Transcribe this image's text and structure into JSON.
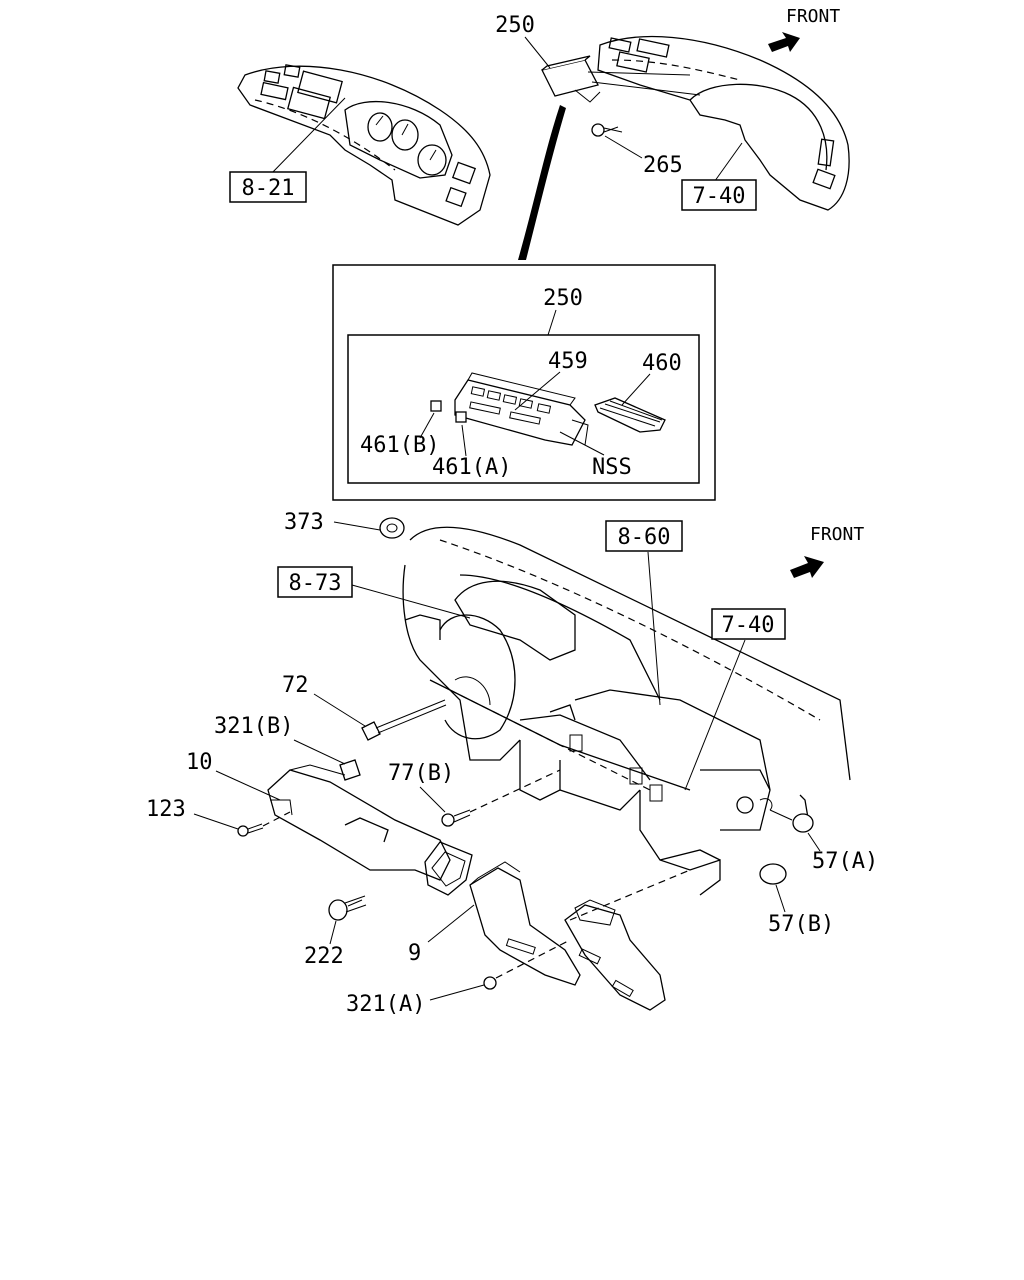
{
  "front_label": "FRONT",
  "refs": {
    "r_8_21": "8-21",
    "r_7_40_top": "7-40",
    "r_8_60": "8-60",
    "r_8_73": "8-73",
    "r_7_40_mid": "7-40"
  },
  "callouts": {
    "c250_top": "250",
    "c265": "265",
    "c250_inset": "250",
    "c459": "459",
    "c460": "460",
    "c461b": "461(B)",
    "c461a": "461(A)",
    "nss": "NSS",
    "c373": "373",
    "c72": "72",
    "c321b": "321(B)",
    "c10": "10",
    "c77b": "77(B)",
    "c123": "123",
    "c57a": "57(A)",
    "c57b": "57(B)",
    "c222": "222",
    "c9": "9",
    "c321a": "321(A)"
  },
  "icons": [
    "front-arrow-icon"
  ]
}
